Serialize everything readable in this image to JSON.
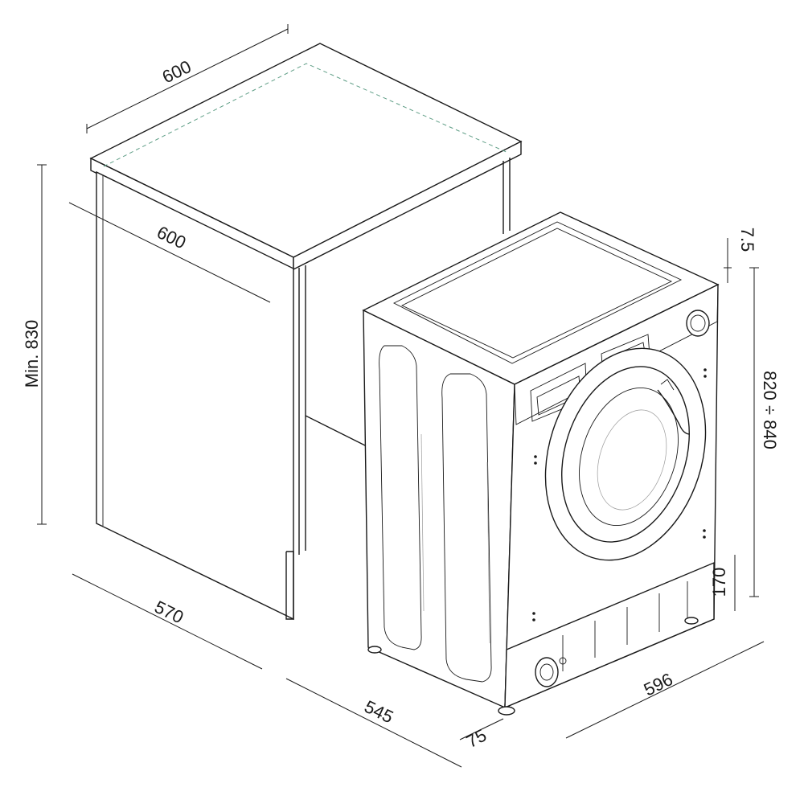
{
  "dimensions": {
    "cabinet_top_width": "600",
    "cabinet_depth": "600",
    "cabinet_min_height": "Min. 830",
    "cabinet_base_depth": "570",
    "machine_depth": "545",
    "machine_door_offset": "75",
    "machine_width": "596",
    "machine_height_range": "820 ÷ 840",
    "top_gap": "7.5",
    "plinth_height": "170"
  }
}
